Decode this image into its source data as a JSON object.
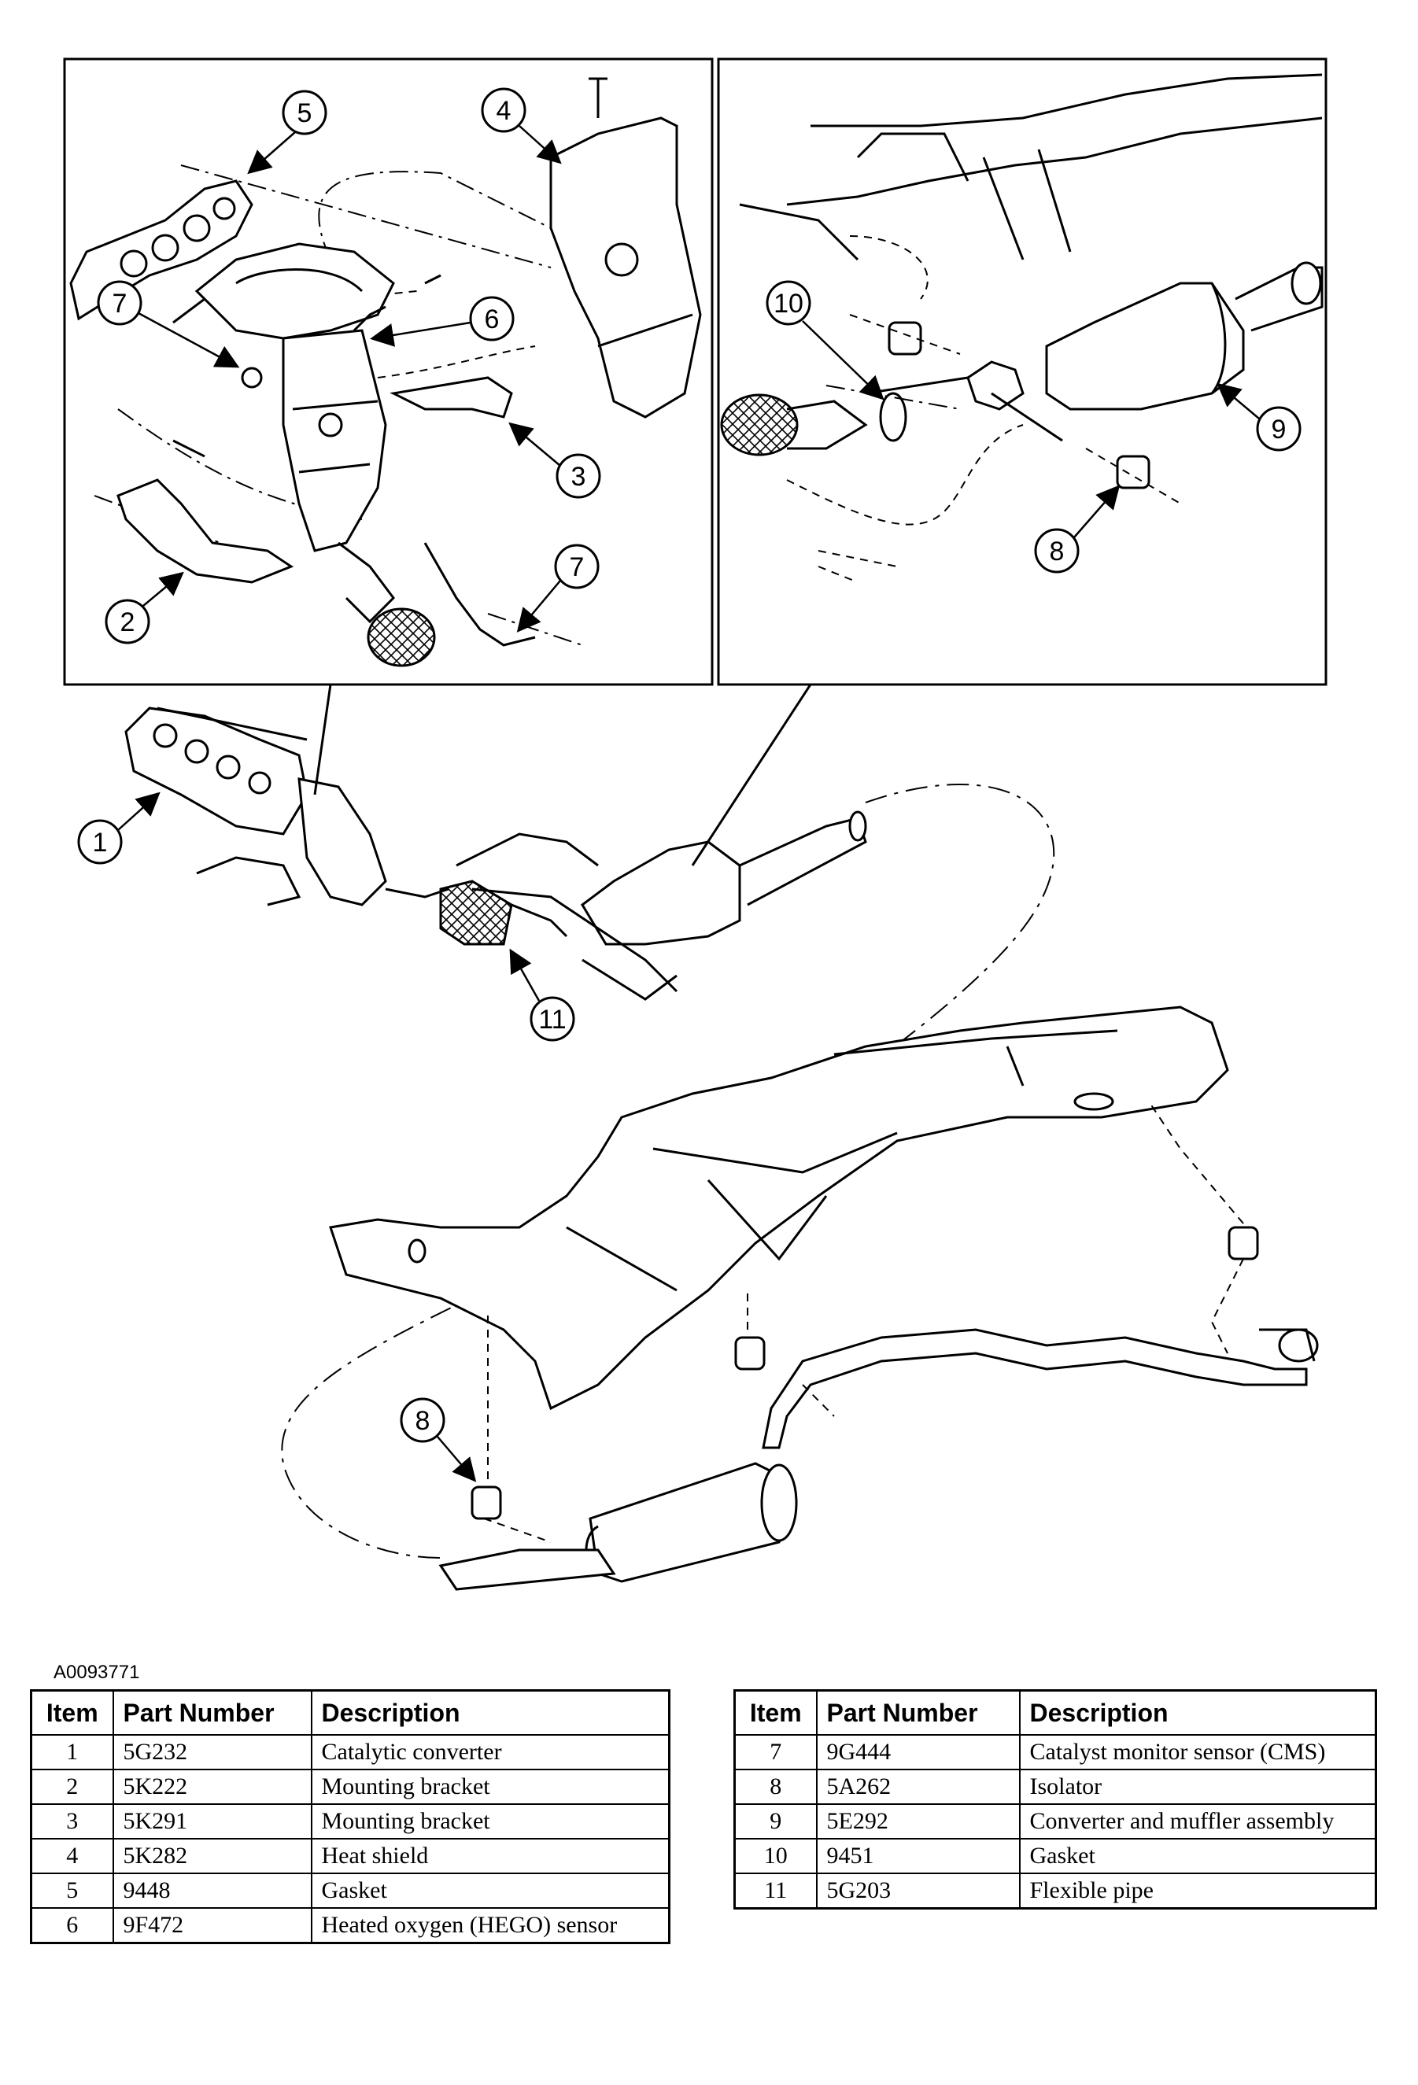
{
  "figure_id": "A0093771",
  "callouts": {
    "c1": "1",
    "c2": "2",
    "c3": "3",
    "c4": "4",
    "c5": "5",
    "c6": "6",
    "c7a": "7",
    "c7b": "7",
    "c8a": "8",
    "c8b": "8",
    "c9": "9",
    "c10": "10",
    "c11": "11"
  },
  "table_headers": {
    "item": "Item",
    "part_number": "Part Number",
    "description": "Description"
  },
  "parts_left": [
    {
      "item": "1",
      "part_number": "5G232",
      "description": "Catalytic converter"
    },
    {
      "item": "2",
      "part_number": "5K222",
      "description": "Mounting bracket"
    },
    {
      "item": "3",
      "part_number": "5K291",
      "description": "Mounting bracket"
    },
    {
      "item": "4",
      "part_number": "5K282",
      "description": "Heat shield"
    },
    {
      "item": "5",
      "part_number": "9448",
      "description": "Gasket"
    },
    {
      "item": "6",
      "part_number": "9F472",
      "description": "Heated oxygen (HEGO) sensor"
    }
  ],
  "parts_right": [
    {
      "item": "7",
      "part_number": "9G444",
      "description": "Catalyst monitor sensor (CMS)"
    },
    {
      "item": "8",
      "part_number": "5A262",
      "description": "Isolator"
    },
    {
      "item": "9",
      "part_number": "5E292",
      "description": "Converter and muffler assembly"
    },
    {
      "item": "10",
      "part_number": "9451",
      "description": "Gasket"
    },
    {
      "item": "11",
      "part_number": "5G203",
      "description": "Flexible pipe"
    }
  ]
}
